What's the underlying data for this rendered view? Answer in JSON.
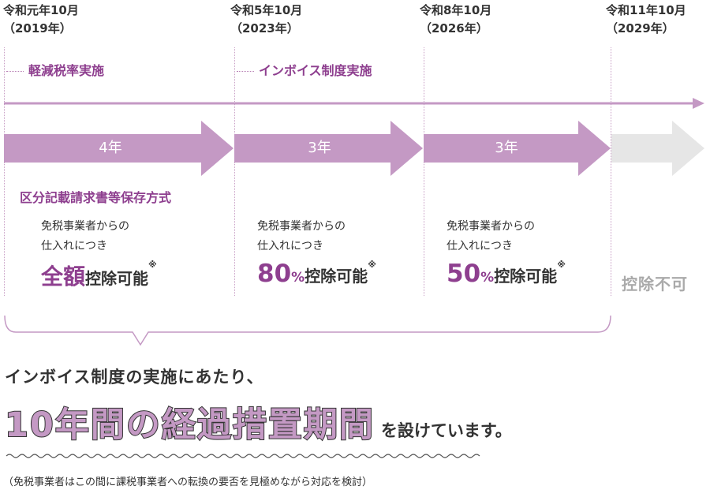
{
  "milestones": [
    {
      "date": "令和元年10月",
      "year": "（2019年）"
    },
    {
      "date": "令和5年10月",
      "year": "（2023年）"
    },
    {
      "date": "令和8年10月",
      "year": "（2026年）"
    },
    {
      "date": "令和11年10月",
      "year": "（2029年）"
    }
  ],
  "events": {
    "reduced_tax": "軽減税率実施",
    "invoice_start": "インボイス制度実施"
  },
  "periods": [
    {
      "label": "4年",
      "color": "#c499c4"
    },
    {
      "label": "3年",
      "color": "#c499c4"
    },
    {
      "label": "3年",
      "color": "#c499c4"
    },
    {
      "label": "",
      "color": "#e6e6e6"
    }
  ],
  "storage_method": "区分記載請求書等保存方式",
  "phases": [
    {
      "desc1": "免税事業者からの",
      "desc2": "仕入れにつき",
      "amount": "全額",
      "unit": "",
      "deduct": "控除可能",
      "mark": "※"
    },
    {
      "desc1": "免税事業者からの",
      "desc2": "仕入れにつき",
      "amount": "80",
      "unit": "%",
      "deduct": "控除可能",
      "mark": "※"
    },
    {
      "desc1": "免税事業者からの",
      "desc2": "仕入れにつき",
      "amount": "50",
      "unit": "%",
      "deduct": "控除可能",
      "mark": "※"
    }
  ],
  "after": "控除不可",
  "summary": {
    "line1": "インボイス制度の実施にあたり、",
    "headline": "10年間の経過措置期間",
    "tail": "を設けています。",
    "note": "（免税事業者はこの間に課税事業者への転換の要否を見極めながら対応を検討）"
  },
  "colors": {
    "accent": "#8e3f8f",
    "arrow": "#c499c4",
    "inactive": "#e6e6e6"
  }
}
